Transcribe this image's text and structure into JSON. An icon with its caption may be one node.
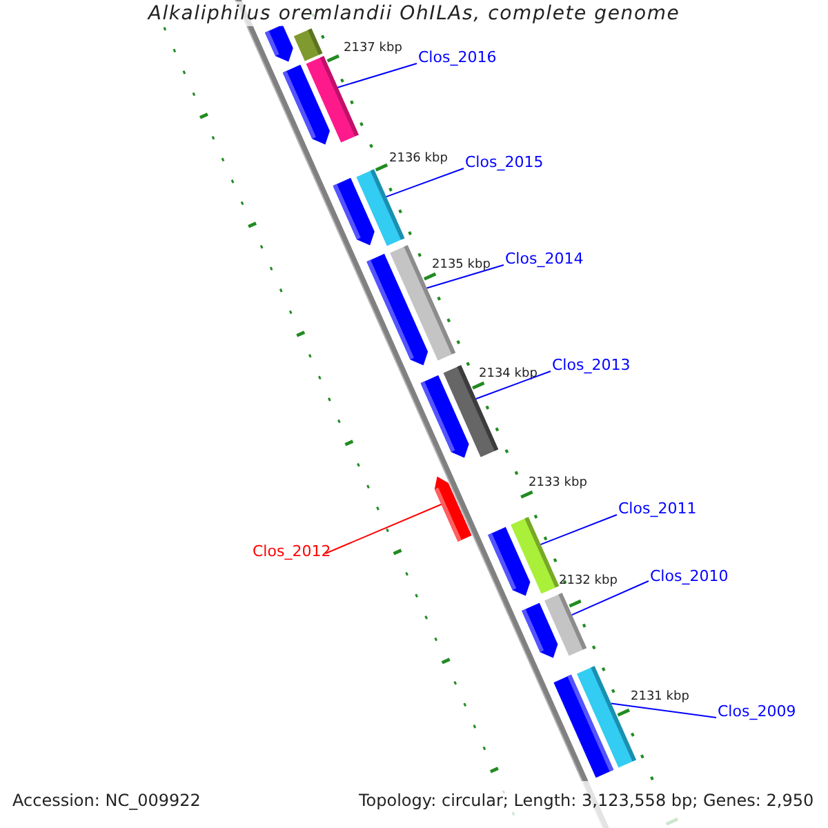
{
  "diagram": {
    "title": "Alkaliphilus oremlandii OhILAs, complete genome",
    "nodes": [
      {
        "text": [],
        "shape": "bar"
      },
      {
        "text": [],
        "shape": "bar"
      },
      {
        "text": [],
        "shape": "bar"
      },
      {
        "text": [],
        "shape": "bar"
      },
      {
        "text": [
          "Clos_2016"
        ]
      },
      {
        "text": [],
        "shape": "bar"
      },
      {
        "text": [],
        "shape": "bar"
      },
      {
        "text": [
          "Clos_2015"
        ]
      },
      {
        "text": [],
        "shape": "bar"
      },
      {
        "text": [],
        "shape": "bar"
      },
      {
        "text": [
          "Clos_2014"
        ]
      },
      {
        "text": [],
        "shape": "bar"
      },
      {
        "text": [],
        "shape": "bar"
      },
      {
        "text": [
          "Clos_2013"
        ]
      },
      {
        "text": [],
        "shape": "bar"
      },
      {
        "text": [
          "Clos_2012"
        ]
      },
      {
        "text": [],
        "shape": "bar"
      },
      {
        "text": [],
        "shape": "bar"
      },
      {
        "text": [
          "Clos_2011"
        ]
      },
      {
        "text": [],
        "shape": "bar"
      },
      {
        "text": [],
        "shape": "bar"
      },
      {
        "text": [
          "Clos_2010"
        ]
      },
      {
        "text": [],
        "shape": "bar"
      },
      {
        "text": [],
        "shape": "bar"
      },
      {
        "text": [
          "Clos_2009"
        ]
      }
    ],
    "edges": [
      {
        "from": 4,
        "to": 3,
        "arrow": "none"
      },
      {
        "from": 7,
        "to": 6,
        "arrow": "none"
      },
      {
        "from": 10,
        "to": 9,
        "arrow": "none"
      },
      {
        "from": 13,
        "to": 12,
        "arrow": "none"
      },
      {
        "from": 15,
        "to": 14,
        "arrow": "none",
        "color": "#ff0000"
      },
      {
        "from": 18,
        "to": 17,
        "arrow": "none"
      },
      {
        "from": 21,
        "to": 20,
        "arrow": "none"
      },
      {
        "from": 24,
        "to": 23,
        "arrow": "none"
      }
    ],
    "labels": [
      "2137 kbp",
      "2136 kbp",
      "2135 kbp",
      "2134 kbp",
      "2133 kbp",
      "2132 kbp",
      "2131 kbp",
      "Accession: NC_009922",
      "Topology: circular; Length: 3,123,558 bp; Genes: 2,950"
    ]
  }
}
